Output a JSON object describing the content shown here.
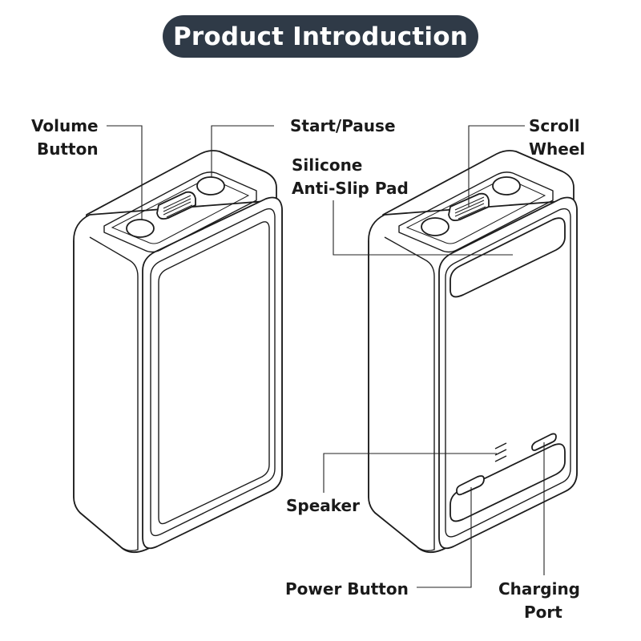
{
  "title": "Product Introduction",
  "colors": {
    "title_background": "#2f3a47",
    "title_text": "#ffffff",
    "line": "#222222"
  },
  "labels": {
    "volume_button": [
      "Volume",
      "Button"
    ],
    "start_pause": "Start/Pause",
    "scroll_wheel": [
      "Scroll",
      "Wheel"
    ],
    "silicone_pad": [
      "Silicone",
      "Anti-Slip Pad"
    ],
    "speaker": "Speaker",
    "power_button": "Power Button",
    "charging_port": [
      "Charging",
      "Port"
    ]
  }
}
